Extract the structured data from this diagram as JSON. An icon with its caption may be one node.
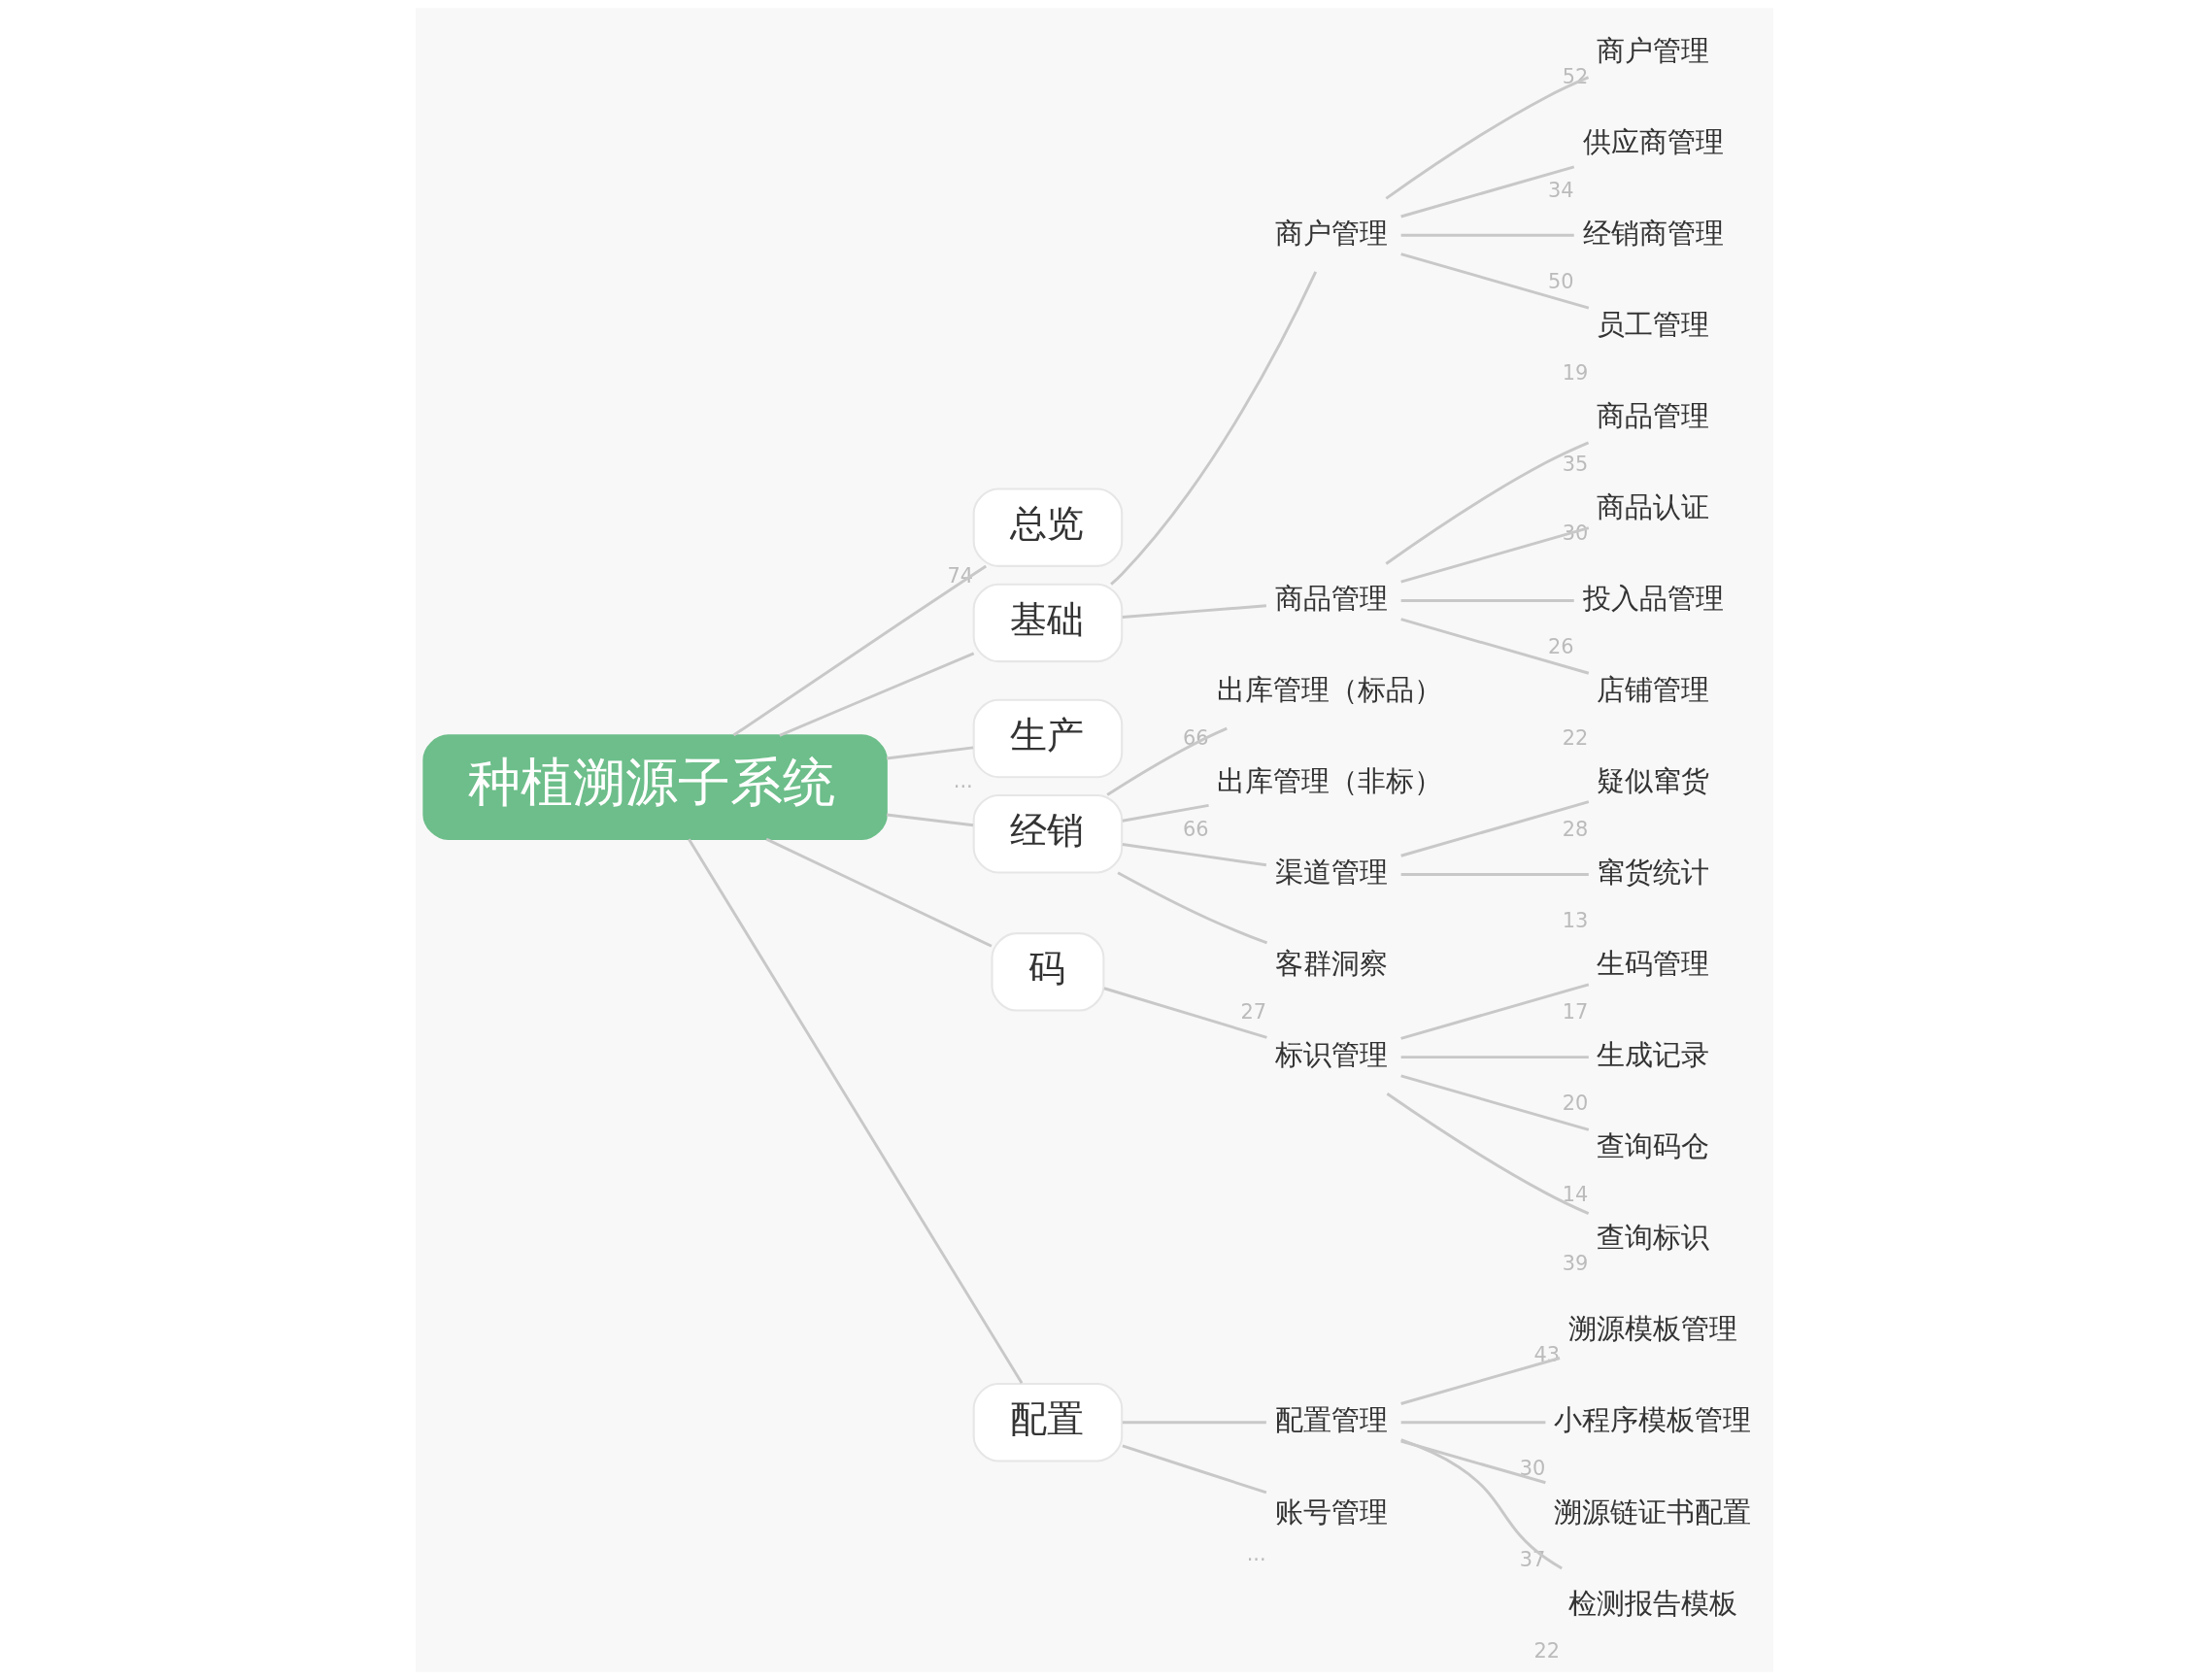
{
  "diagram": {
    "nodes": [
      {
        "text": [
          "种植溯源子系统"
        ]
      },
      {
        "text": [
          "总览"
        ],
        "beside": [
          "74"
        ]
      },
      {
        "text": [
          "基础"
        ]
      },
      {
        "text": [
          "商户管理"
        ]
      },
      {
        "text": [
          "商户管理"
        ],
        "beside": [
          "52"
        ]
      },
      {
        "text": [
          "供应商管理"
        ],
        "beside": [
          "34"
        ]
      },
      {
        "text": [
          "经销商管理"
        ],
        "beside": [
          "50"
        ]
      },
      {
        "text": [
          "员工管理"
        ],
        "beside": [
          "19"
        ]
      },
      {
        "text": [
          "商品管理"
        ]
      },
      {
        "text": [
          "商品管理"
        ],
        "beside": [
          "35"
        ]
      },
      {
        "text": [
          "商品认证"
        ],
        "beside": [
          "30"
        ]
      },
      {
        "text": [
          "投入品管理"
        ],
        "beside": [
          "26"
        ]
      },
      {
        "text": [
          "店铺管理"
        ],
        "beside": [
          "22"
        ]
      },
      {
        "text": [
          "生产"
        ],
        "beside": [
          "···"
        ]
      },
      {
        "text": [
          "经销"
        ]
      },
      {
        "text": [
          "出库管理（标品）"
        ],
        "beside": [
          "66"
        ]
      },
      {
        "text": [
          "出库管理（非标）"
        ],
        "beside": [
          "66"
        ]
      },
      {
        "text": [
          "渠道管理"
        ]
      },
      {
        "text": [
          "疑似窜货"
        ],
        "beside": [
          "28"
        ]
      },
      {
        "text": [
          "窜货统计"
        ],
        "beside": [
          "13"
        ]
      },
      {
        "text": [
          "客群洞察"
        ],
        "beside": [
          "27"
        ]
      },
      {
        "text": [
          "码"
        ]
      },
      {
        "text": [
          "标识管理"
        ]
      },
      {
        "text": [
          "生码管理"
        ],
        "beside": [
          "17"
        ]
      },
      {
        "text": [
          "生成记录"
        ],
        "beside": [
          "20"
        ]
      },
      {
        "text": [
          "查询码仓"
        ],
        "beside": [
          "14"
        ]
      },
      {
        "text": [
          "查询标识"
        ],
        "beside": [
          "39"
        ]
      },
      {
        "text": [
          "配置"
        ]
      },
      {
        "text": [
          "配置管理"
        ]
      },
      {
        "text": [
          "溯源模板管理"
        ],
        "beside": [
          "43"
        ]
      },
      {
        "text": [
          "小程序模板管理"
        ],
        "beside": [
          "30"
        ]
      },
      {
        "text": [
          "溯源链证书配置"
        ],
        "beside": [
          "37"
        ]
      },
      {
        "text": [
          "检测报告模板"
        ],
        "beside": [
          "22"
        ]
      },
      {
        "text": [
          "账号管理"
        ],
        "beside": [
          "···"
        ]
      }
    ],
    "edges": [
      {
        "from": 0,
        "to": 1,
        "arrow": "none"
      },
      {
        "from": 0,
        "to": 2,
        "arrow": "none"
      },
      {
        "from": 2,
        "to": 3,
        "arrow": "none"
      },
      {
        "from": 3,
        "to": 4,
        "arrow": "none"
      },
      {
        "from": 3,
        "to": 5,
        "arrow": "none"
      },
      {
        "from": 3,
        "to": 6,
        "arrow": "none"
      },
      {
        "from": 3,
        "to": 7,
        "arrow": "none"
      },
      {
        "from": 2,
        "to": 8,
        "arrow": "none"
      },
      {
        "from": 8,
        "to": 9,
        "arrow": "none"
      },
      {
        "from": 8,
        "to": 10,
        "arrow": "none"
      },
      {
        "from": 8,
        "to": 11,
        "arrow": "none"
      },
      {
        "from": 8,
        "to": 12,
        "arrow": "none"
      },
      {
        "from": 0,
        "to": 13,
        "arrow": "none"
      },
      {
        "from": 0,
        "to": 14,
        "arrow": "none"
      },
      {
        "from": 14,
        "to": 15,
        "arrow": "none"
      },
      {
        "from": 14,
        "to": 16,
        "arrow": "none"
      },
      {
        "from": 14,
        "to": 17,
        "arrow": "none"
      },
      {
        "from": 17,
        "to": 18,
        "arrow": "none"
      },
      {
        "from": 17,
        "to": 19,
        "arrow": "none"
      },
      {
        "from": 14,
        "to": 20,
        "arrow": "none"
      },
      {
        "from": 0,
        "to": 21,
        "arrow": "none"
      },
      {
        "from": 21,
        "to": 22,
        "arrow": "none"
      },
      {
        "from": 22,
        "to": 23,
        "arrow": "none"
      },
      {
        "from": 22,
        "to": 24,
        "arrow": "none"
      },
      {
        "from": 22,
        "to": 25,
        "arrow": "none"
      },
      {
        "from": 22,
        "to": 26,
        "arrow": "none"
      },
      {
        "from": 0,
        "to": 27,
        "arrow": "none"
      },
      {
        "from": 27,
        "to": 28,
        "arrow": "none"
      },
      {
        "from": 28,
        "to": 29,
        "arrow": "none"
      },
      {
        "from": 28,
        "to": 30,
        "arrow": "none"
      },
      {
        "from": 28,
        "to": 31,
        "arrow": "none"
      },
      {
        "from": 28,
        "to": 32,
        "arrow": "none"
      },
      {
        "from": 27,
        "to": 33,
        "arrow": "none"
      }
    ]
  }
}
